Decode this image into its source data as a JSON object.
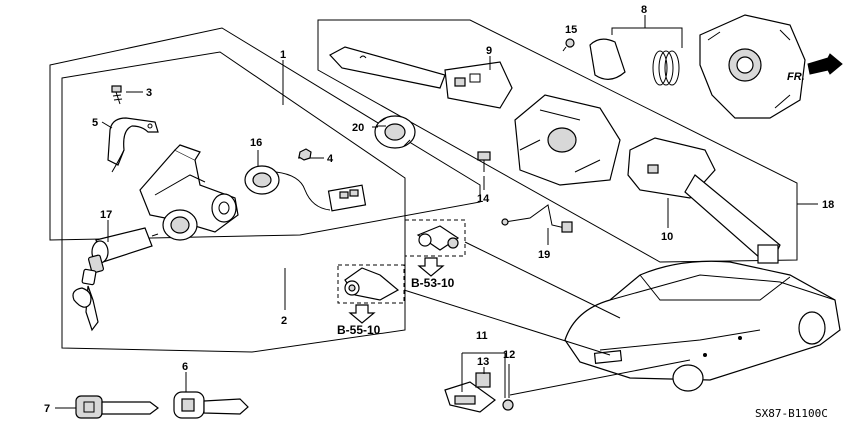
{
  "callouts": {
    "p1": "1",
    "p2": "2",
    "p3": "3",
    "p4": "4",
    "p5": "5",
    "p6": "6",
    "p7": "7",
    "p8": "8",
    "p9": "9",
    "p10": "10",
    "p11": "11",
    "p12": "12",
    "p13": "13",
    "p14": "14",
    "p15": "15",
    "p16": "16",
    "p17": "17",
    "p18": "18",
    "p19": "19",
    "p20": "20"
  },
  "references": {
    "b5310": "B-53-10",
    "b5510": "B-55-10"
  },
  "front_marker": "FR.",
  "diagram_code": "SX87-B1100C"
}
